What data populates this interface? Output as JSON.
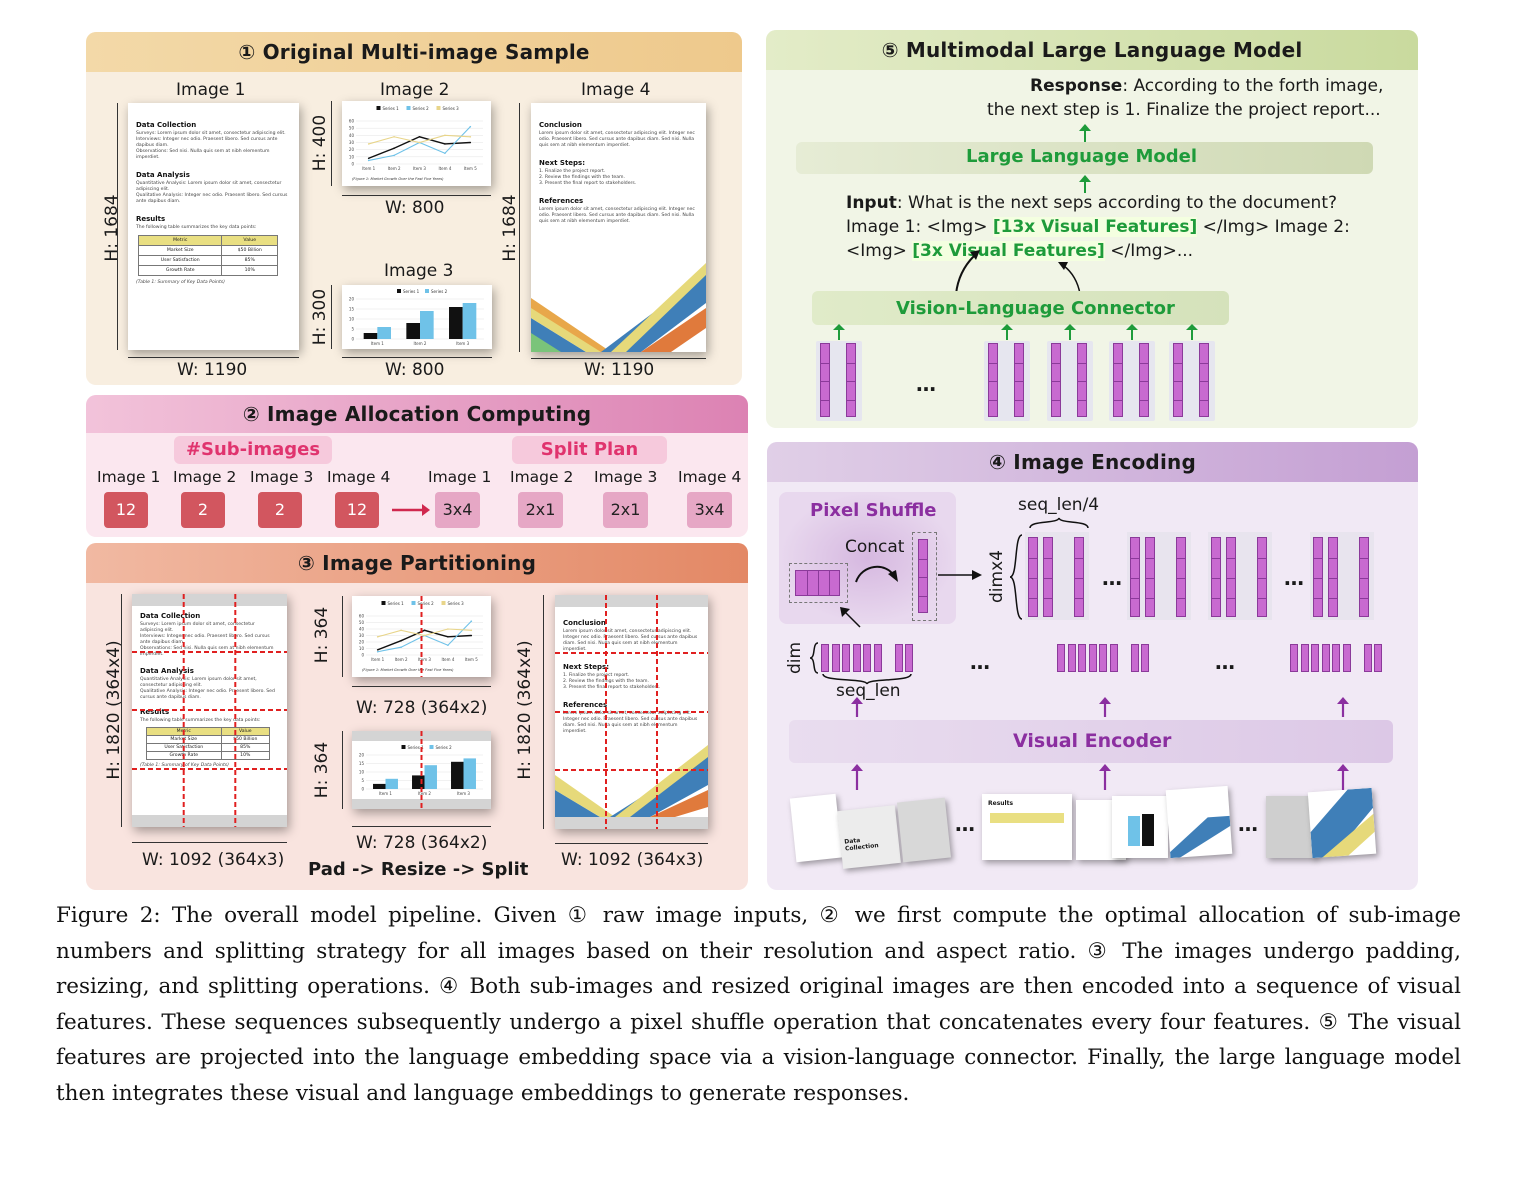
{
  "panel1": {
    "title": "① Original Multi-image Sample",
    "image1": {
      "label": "Image 1",
      "height": "H: 1684",
      "width": "W: 1190"
    },
    "image2": {
      "label": "Image 2",
      "height": "H: 400",
      "width": "W: 800"
    },
    "image3": {
      "label": "Image 3",
      "height": "H: 300",
      "width": "W: 800"
    },
    "image4": {
      "label": "Image 4",
      "height": "H: 1684",
      "width": "W: 1190"
    }
  },
  "doc1": {
    "h1": "Data Collection",
    "b1": "Surveys: Lorem ipsum dolor sit amet, consectetur adipiscing elit.",
    "b2": "Interviews: Integer nec odio. Praesent libero. Sed cursus ante dapibus diam.",
    "b3": "Observations: Sed nisi. Nulla quis sem at nibh elementum imperdiet.",
    "h2": "Data Analysis",
    "b4": "Quantitative Analysis: Lorem ipsum dolor sit amet, consectetur adipiscing elit.",
    "b5": "Qualitative Analysis: Integer nec odio. Praesent libero. Sed cursus ante dapibus diam.",
    "h3": "Results",
    "t1": "The following table summarizes the key data points:",
    "table_header": [
      "Metric",
      "Value"
    ],
    "table_rows": [
      [
        "Market Size",
        "$50 Billion"
      ],
      [
        "User Satisfaction",
        "85%"
      ],
      [
        "Growth Rate",
        "10%"
      ]
    ],
    "table_caption": "(Table 1: Summary of Key Data Points)"
  },
  "doc4": {
    "h1": "Conclusion",
    "t1": "Lorem ipsum dolor sit amet, consectetur adipiscing elit. Integer nec odio. Praesent libero. Sed cursus ante dapibus diam. Sed nisi. Nulla quis sem at nibh elementum imperdiet.",
    "h2": "Next Steps:",
    "s1": "1. Finalize the project report.",
    "s2": "2. Review the findings with the team.",
    "s3": "3. Present the final report to stakeholders.",
    "h3": "References",
    "t2": "Lorem ipsum dolor sit amet, consectetur adipiscing elit. Integer nec odio. Praesent libero. Sed cursus ante dapibus diam. Sed nisi. Nulla quis sem at nibh elementum imperdiet."
  },
  "chart_data": [
    {
      "type": "line",
      "categories": [
        "Item 1",
        "Item 2",
        "Item 3",
        "Item 4",
        "Item 5"
      ],
      "series": [
        {
          "name": "Series 1",
          "values": [
            8,
            22,
            38,
            28,
            30
          ]
        },
        {
          "name": "Series 2",
          "values": [
            5,
            12,
            30,
            15,
            52
          ]
        },
        {
          "name": "Series 3",
          "values": [
            28,
            38,
            30,
            40,
            38
          ]
        }
      ],
      "ylim": [
        0,
        60
      ],
      "yticks": [
        "0",
        "10",
        "20",
        "30",
        "40",
        "50",
        "60"
      ],
      "caption": "(Figure 1: Market Growth Over the Past Five Years)",
      "colors": [
        "#111111",
        "#6fc2e8",
        "#e8d58a"
      ]
    },
    {
      "type": "bar",
      "categories": [
        "Item 1",
        "Item 2",
        "Item 3"
      ],
      "series": [
        {
          "name": "Series 1",
          "values": [
            3,
            8,
            16
          ]
        },
        {
          "name": "Series 2",
          "values": [
            6,
            14,
            18
          ]
        }
      ],
      "ylim": [
        0,
        20
      ],
      "yticks": [
        "0",
        "5",
        "10",
        "15",
        "20"
      ],
      "colors": [
        "#111111",
        "#6fc2e8"
      ]
    }
  ],
  "panel2": {
    "title": "② Image Allocation Computing",
    "sub_images_label": "#Sub-images",
    "split_plan_label": "Split Plan",
    "images": [
      "Image 1",
      "Image 2",
      "Image 3",
      "Image 4"
    ],
    "counts": [
      "12",
      "2",
      "2",
      "12"
    ],
    "plans": [
      "3x4",
      "2x1",
      "2x1",
      "3x4"
    ]
  },
  "panel3": {
    "title": "③ Image Partitioning",
    "left_height": "H: 1820 (364x4)",
    "left_width": "W: 1092 (364x3)",
    "mid_top_height": "H: 364",
    "mid_top_width": "W: 728 (364x2)",
    "mid_bot_height": "H: 364",
    "mid_bot_width": "W: 728 (364x2)",
    "right_height": "H: 1820 (364x4)",
    "right_width": "W: 1092 (364x3)",
    "pipeline": "Pad -> Resize -> Split"
  },
  "panel4": {
    "title": "④ Image Encoding",
    "pixel_shuffle": "Pixel Shuffle",
    "concat": "Concat",
    "seq_len4": "seq_len/4",
    "dimx4": "dimx4",
    "dim": "dim",
    "seq_len": "seq_len",
    "ellipsis": "…",
    "visual_encoder": "Visual Encoder",
    "thumb_data_collection": "Data Collection",
    "thumb_results": "Results"
  },
  "panel5": {
    "title": "⑤ Multimodal Large Language Model",
    "response_label": "Response",
    "response_line1": ": According to the forth image,",
    "response_line2": "the next step is 1. Finalize the project report...",
    "llm": "Large Language Model",
    "input_label": "Input",
    "input_line1": ": What is the next seps according to the document?",
    "img1_prefix": "Image 1: <Img> ",
    "img1_feat": "[13x Visual Features]",
    "img1_suffix": " </Img> Image 2:",
    "img2_prefix": "<Img> ",
    "img2_feat": "[3x Visual Features]",
    "img2_suffix": " </Img>...",
    "connector": "Vision-Language Connector",
    "ellipsis": "…"
  },
  "caption": {
    "text": "Figure 2: The overall model pipeline. Given ① raw image inputs, ② we first compute the optimal allocation of sub-image numbers and splitting strategy for all images based on their resolution and aspect ratio. ③ The images undergo padding, resizing, and splitting operations. ④ Both sub-images and resized original images are then encoded into a sequence of visual features. These sequences subsequently undergo a pixel shuffle operation that concatenates every four features. ⑤ The visual features are projected into the language embedding space via a vision-language connector. Finally, the large language model then integrates these visual and language embeddings to generate responses."
  },
  "colors": {
    "panel1_title": "#f0cf96",
    "panel1_bg": "#f8eee0",
    "panel2_title": "#e392bd",
    "panel2_bg": "#fbe7ef",
    "panel3_title": "#e6977e",
    "panel3_bg": "#f9e4df",
    "panel4_title": "#c5a6d2",
    "panel4_bg": "#f1e9f5",
    "panel5_title": "#cfe0ad",
    "panel5_bg": "#f1f5e6",
    "count_box": "#d2565f",
    "plan_box": "#e6a7c5",
    "pink_text": "#e0336e",
    "green_text": "#1e9b3a",
    "purple_text": "#8b2fa0",
    "red_dash": "#e02020"
  }
}
